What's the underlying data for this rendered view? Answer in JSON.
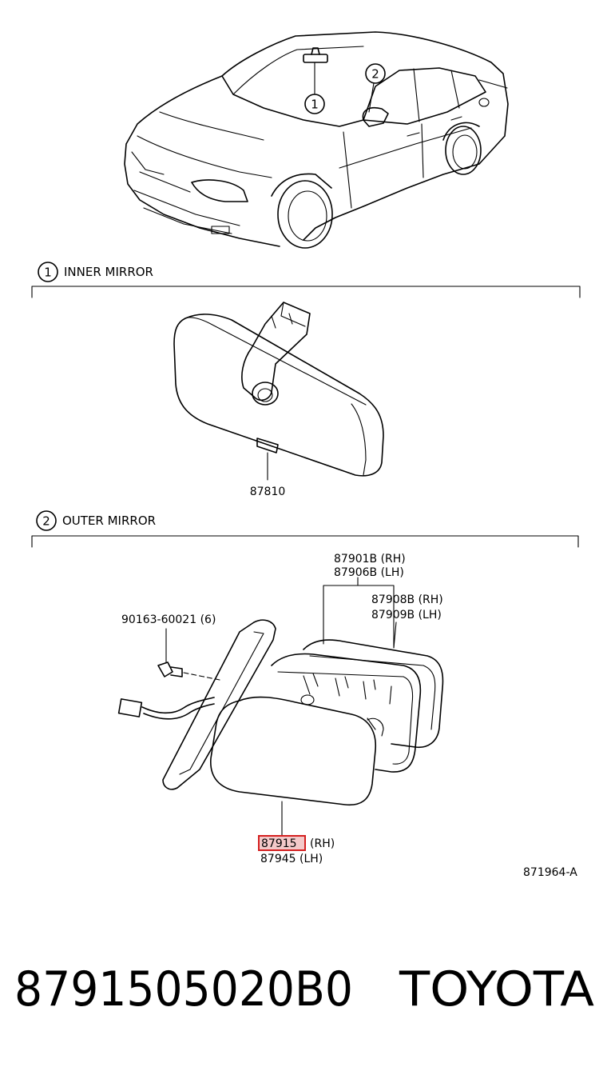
{
  "callouts": {
    "one": "1",
    "two": "2"
  },
  "sections": {
    "inner": {
      "number": "1",
      "title": "INNER MIRROR"
    },
    "outer": {
      "number": "2",
      "title": "OUTER MIRROR"
    }
  },
  "parts": {
    "inner_mirror": "87810",
    "bolt": "90163-60021 (6)",
    "outer_a_rh": "87901B (RH)",
    "outer_a_lh": "87906B (LH)",
    "outer_b_rh": "87908B (RH)",
    "outer_b_lh": "87909B (LH)",
    "cover_rh_code": "87915",
    "cover_rh_side": "(RH)",
    "cover_lh": "87945 (LH)"
  },
  "diagram_id": "871964-A",
  "footer": {
    "part_number": "8791505020B0",
    "brand": "TOYOTA"
  },
  "colors": {
    "highlight_fill": "#f3c9c9",
    "highlight_stroke": "#d42020"
  }
}
